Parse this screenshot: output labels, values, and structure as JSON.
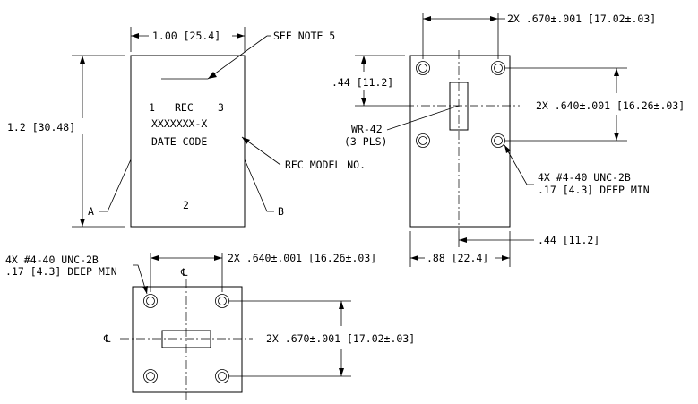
{
  "top_view": {
    "width_dim": "1.00 [25.4]",
    "height_dim": "1.2 [30.48]",
    "see_note": "SEE NOTE 5",
    "pin_label_left": "1",
    "pin_label_right": "3",
    "part_type": "REC",
    "model_number": "XXXXXXX-X",
    "date_code": "DATE CODE",
    "pin_label_bottom": "2",
    "callout_a": "A",
    "callout_b": "B",
    "rec_model_note": "REC MODEL NO."
  },
  "side_view": {
    "top_dim": "2X .670±.001 [17.02±.03]",
    "left_dim": ".44 [11.2]",
    "waveguide_label": "WR-42",
    "waveguide_qty": "(3 PLS)",
    "right_dim": "2X .640±.001 [16.26±.03]",
    "tap_spec": "4X #4-40 UNC-2B",
    "tap_depth": ".17 [4.3] DEEP MIN",
    "bottom_offset_dim": ".44 [11.2]",
    "bottom_width_dim": ".88 [22.4]"
  },
  "bottom_view": {
    "tap_spec": "4X #4-40 UNC-2B",
    "tap_depth": ".17 [4.3] DEEP MIN",
    "top_dim": "2X .640±.001 [16.26±.03]",
    "right_dim": "2X .670±.001 [17.02±.03]",
    "centerline_top": "℄",
    "centerline_left": "℄"
  }
}
